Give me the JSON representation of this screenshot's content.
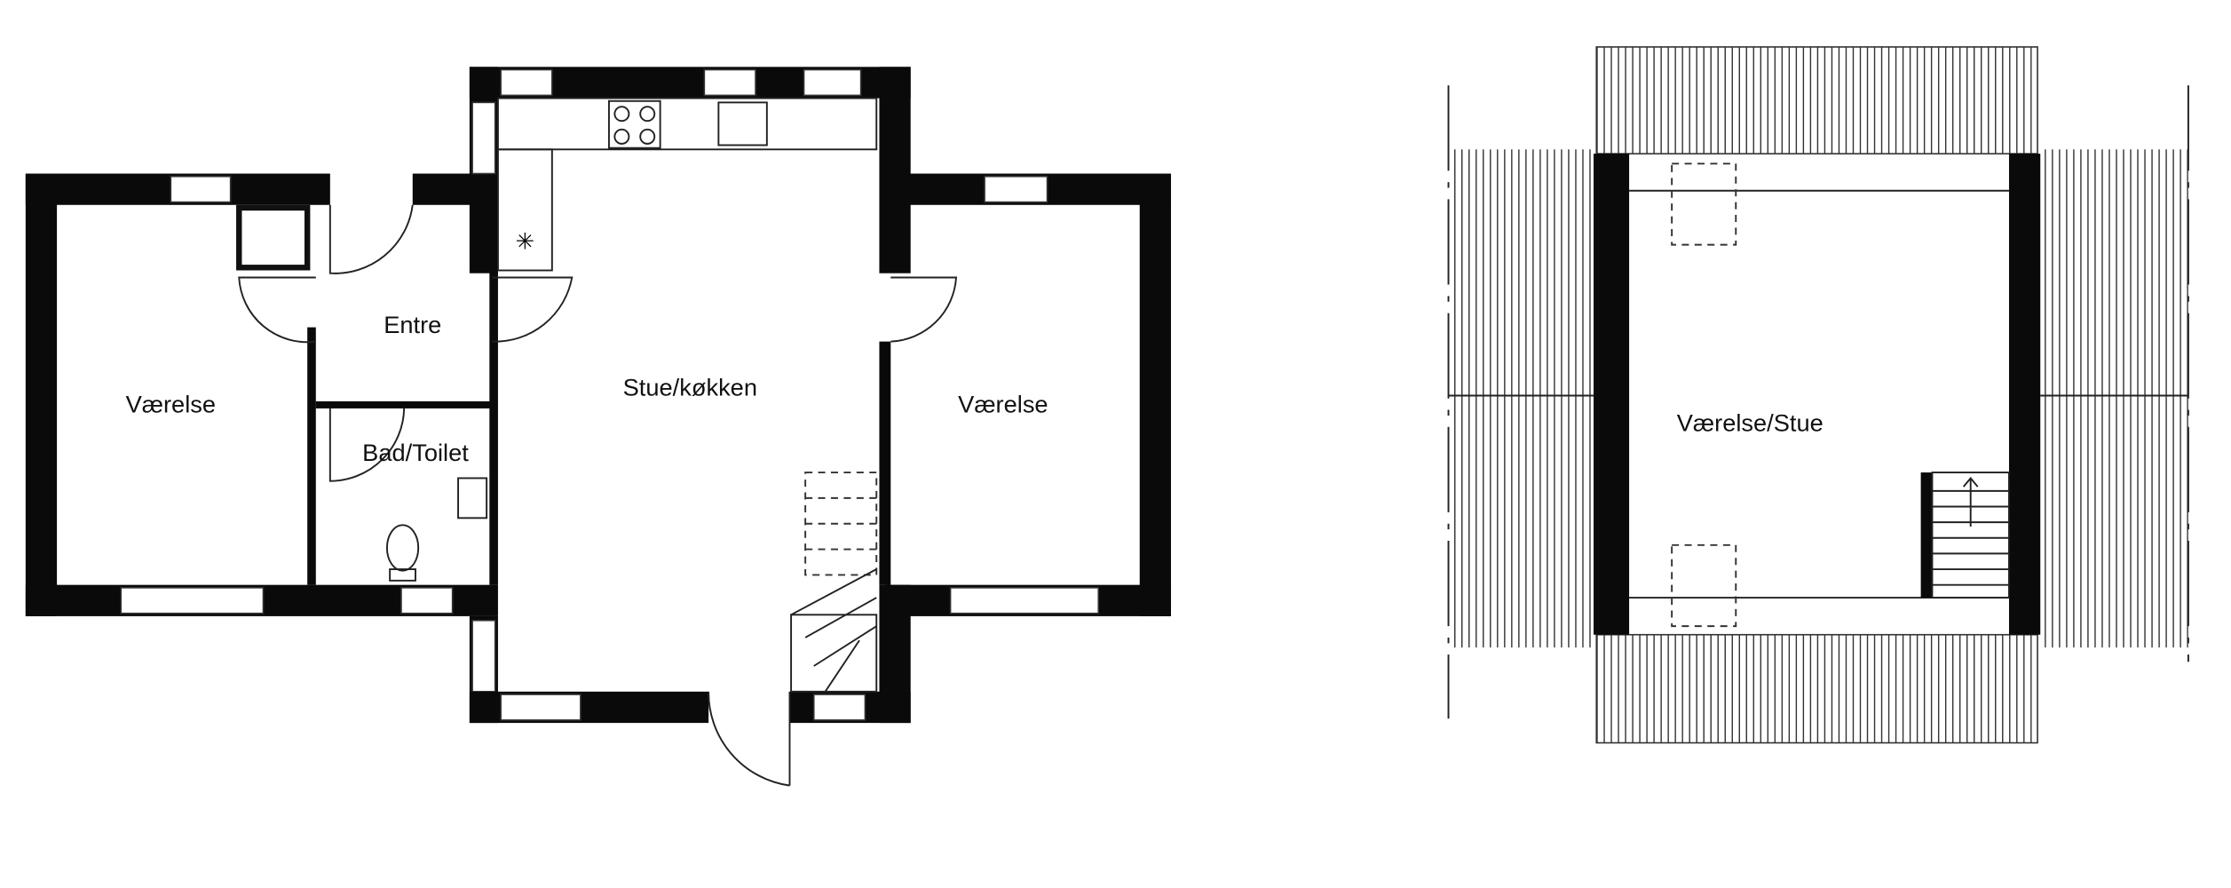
{
  "ground_floor": {
    "rooms": {
      "bedroom_left": "Værelse",
      "entrance": "Entre",
      "living_kitchen": "Stue/køkken",
      "bedroom_right": "Værelse",
      "bathroom": "Bad/Toilet"
    }
  },
  "upper_floor": {
    "rooms": {
      "bedroom_living": "Værelse/Stue"
    }
  }
}
